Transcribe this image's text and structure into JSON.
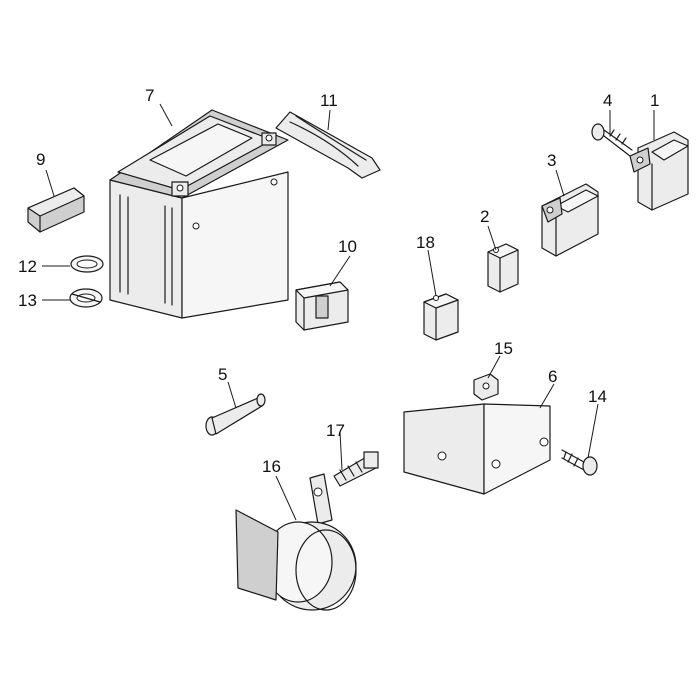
{
  "callouts": {
    "c1": "1",
    "c2": "2",
    "c3": "3",
    "c4": "4",
    "c5": "5",
    "c6": "6",
    "c7": "7",
    "c9": "9",
    "c10": "10",
    "c11": "11",
    "c12": "12",
    "c13": "13",
    "c14": "14",
    "c15": "15",
    "c16": "16",
    "c17": "17",
    "c18": "18"
  }
}
